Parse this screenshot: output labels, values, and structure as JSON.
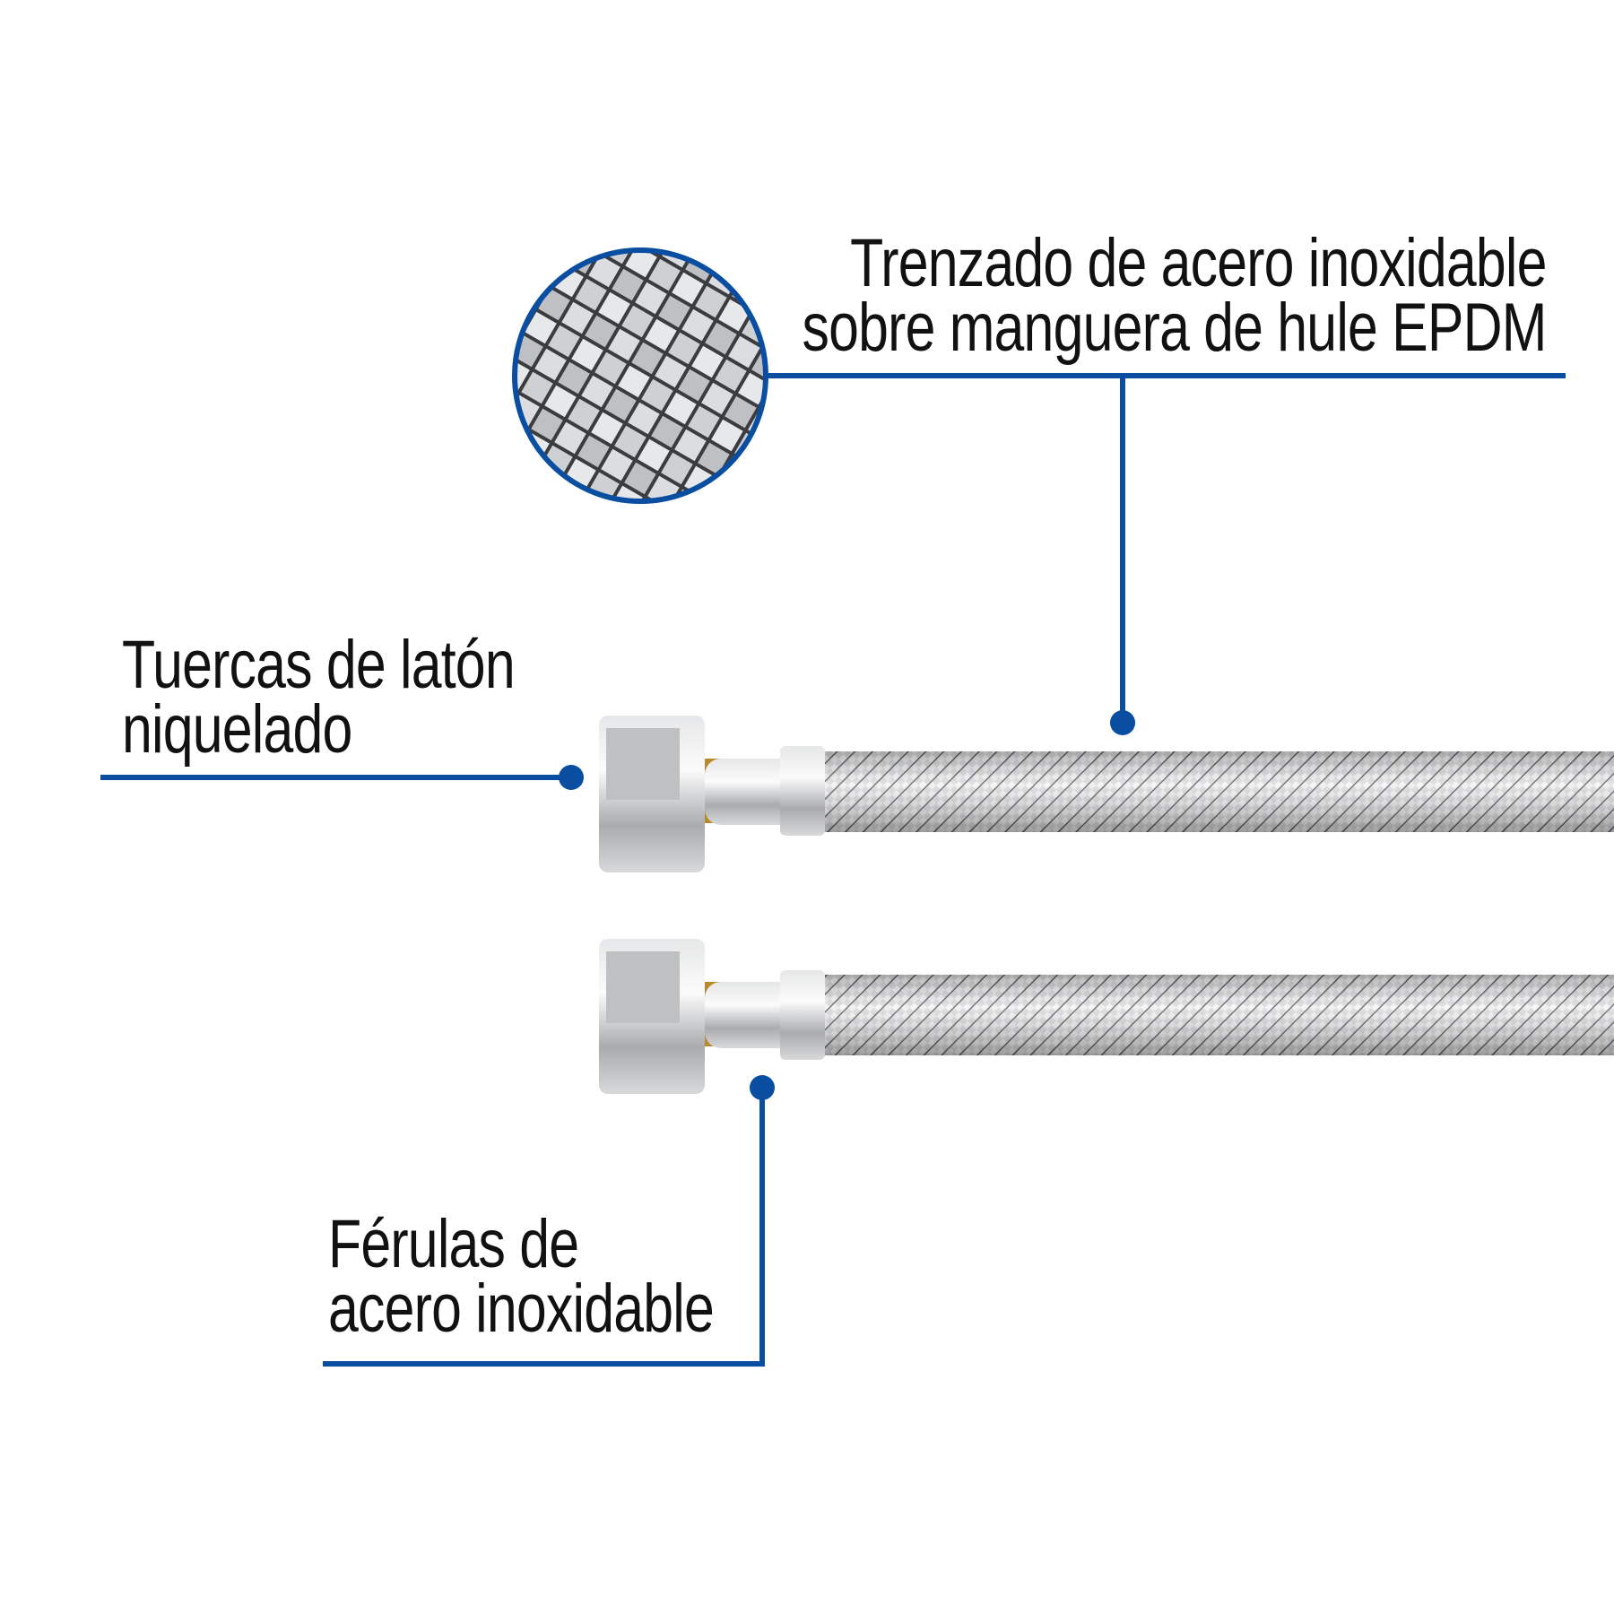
{
  "callouts": {
    "braid": {
      "line1": "Trenzado de acero inoxidable",
      "line2": "sobre manguera de hule EPDM"
    },
    "nut": {
      "line1": "Tuercas de latón",
      "line2": "niquelado"
    },
    "ferrule": {
      "line1": "Férulas de",
      "line2": "acero inoxidable"
    }
  },
  "colors": {
    "accent": "#0a4ea2",
    "text": "#111111"
  }
}
